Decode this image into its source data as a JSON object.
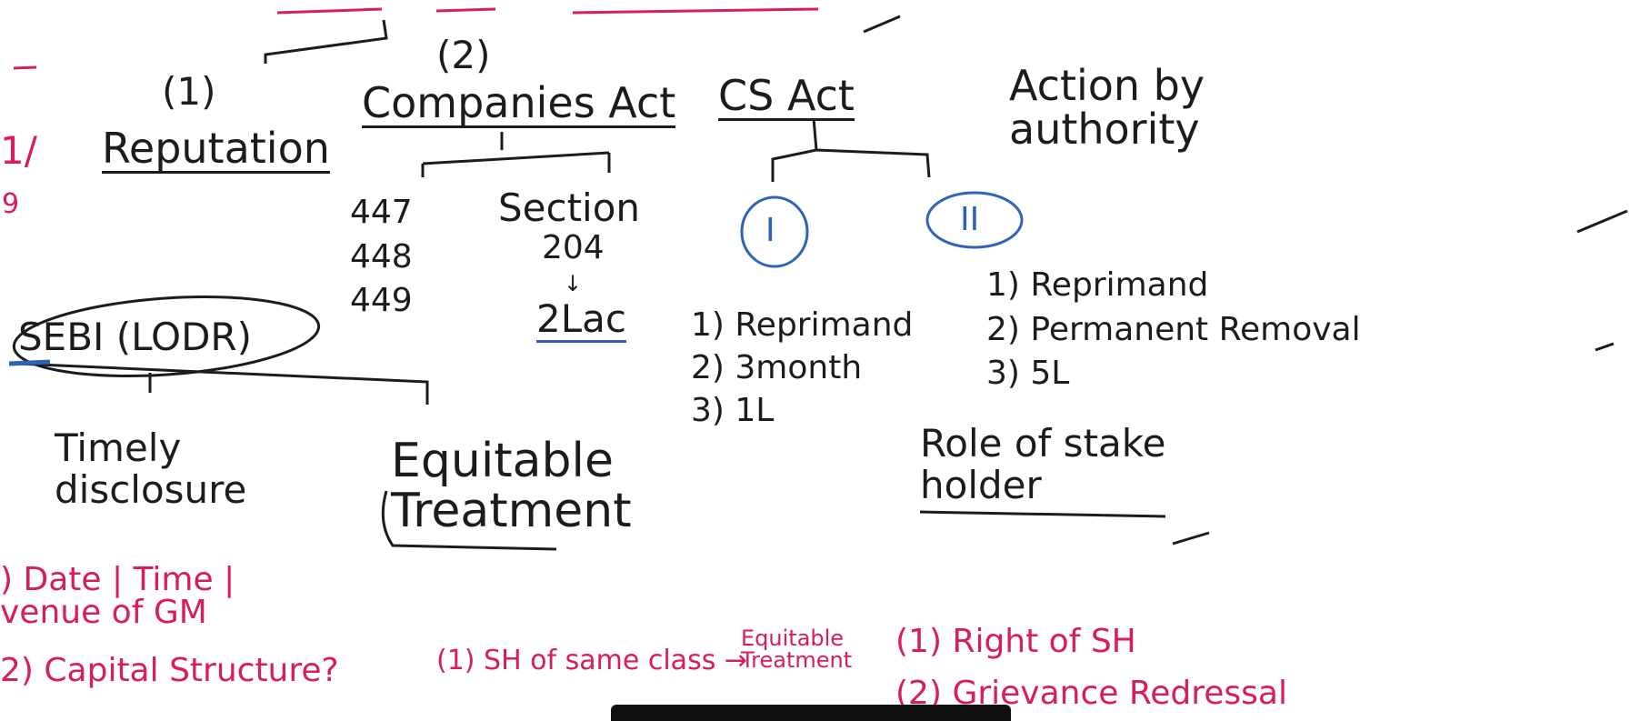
{
  "colors": {
    "ink": "#1c1c1c",
    "blue": "#2f63b7",
    "pink": "#d81d5c",
    "background": "#ffffff"
  },
  "branches": {
    "one": {
      "number": "1",
      "label": "Reputation"
    },
    "two": {
      "number": "2",
      "label": "Companies Act",
      "sections_left": [
        "447",
        "448",
        "449"
      ],
      "section_right_title": "Section",
      "section_right_number": "204",
      "section_right_penalty": "2Lac"
    },
    "cs_act": {
      "label": "CS Act",
      "roman_one": "I",
      "roman_two": "II",
      "list_one": [
        "1) Reprimand",
        "2) 3month",
        "3) 1L"
      ],
      "list_two": [
        "1) Reprimand",
        "2) Permanent Removal",
        "3) 5L"
      ]
    },
    "authority": {
      "label": "Action by authority"
    }
  },
  "sebi": {
    "label": "SEBI (LODR)",
    "left_child": "Timely disclosure",
    "right_child": "Equitable Treatment"
  },
  "stakeholder": {
    "label": "Role of stake holder"
  },
  "pink_notes": {
    "left_1": ") Date | Time | venue of GM",
    "left_2": "2) Capital Structure?",
    "mid": "(1) SH of same class →",
    "mid_result": "Equitable Treatment",
    "right_1": "(1) Right of SH",
    "right_2": "(2) Grievance Redressal"
  },
  "margin_marks": [
    "1/",
    "9"
  ]
}
